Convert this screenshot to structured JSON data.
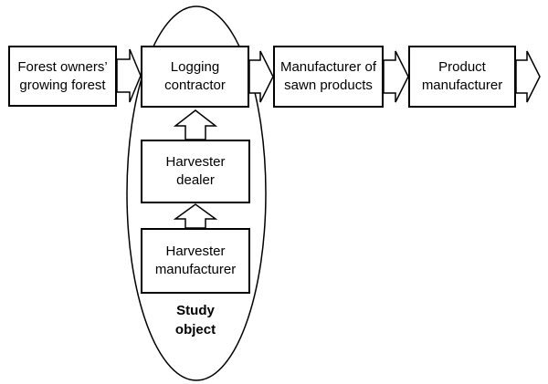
{
  "flow": {
    "forest_owners": [
      "Forest owners’",
      "growing forest"
    ],
    "logging_contractor": [
      "Logging",
      "contractor"
    ],
    "sawn_products": [
      "Manufacturer of",
      "sawn products"
    ],
    "product_manufacturer": [
      "Product",
      "manufacturer"
    ]
  },
  "supply": {
    "harvester_dealer": "Harvester dealer",
    "harvester_manufacturer": [
      "Harvester",
      "manufacturer"
    ]
  },
  "study_object": [
    "Study",
    "object"
  ],
  "colors": {
    "line": "#000000",
    "fill": "#ffffff"
  }
}
